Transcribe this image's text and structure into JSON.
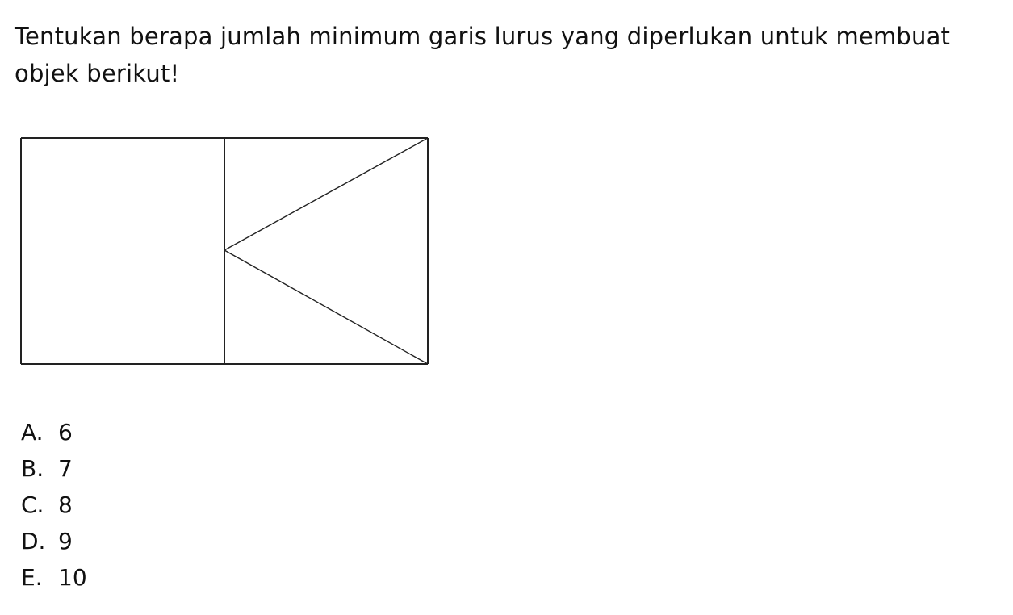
{
  "question": {
    "text": "Tentukan berapa jumlah minimum garis lurus yang diperlukan untuk membuat objek berikut!"
  },
  "options": [
    {
      "letter": "A.",
      "value": "6"
    },
    {
      "letter": "B.",
      "value": "7"
    },
    {
      "letter": "C.",
      "value": "8"
    },
    {
      "letter": "D.",
      "value": "9"
    },
    {
      "letter": "E.",
      "value": "10"
    }
  ]
}
